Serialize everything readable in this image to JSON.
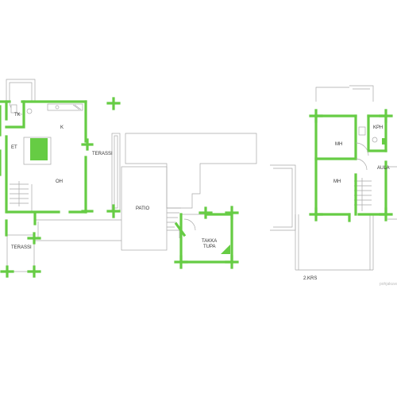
{
  "labels": {
    "tk": "TK",
    "k": "K",
    "et": "ET",
    "oh": "OH",
    "terassi_upper": "TERASSI",
    "terassi_lower": "TERASSI",
    "patio": "PATIO",
    "takka": "TAKKA",
    "tupa": "TUPA",
    "mh_upper": "MH",
    "mh_lower": "MH",
    "kph": "KPH",
    "aula": "AULA",
    "floor_caption": "2.KRS",
    "watermark": "pohjakuva"
  },
  "colors": {
    "wall": "#66cc44",
    "outline": "#a8a8a8",
    "text": "#333333"
  }
}
